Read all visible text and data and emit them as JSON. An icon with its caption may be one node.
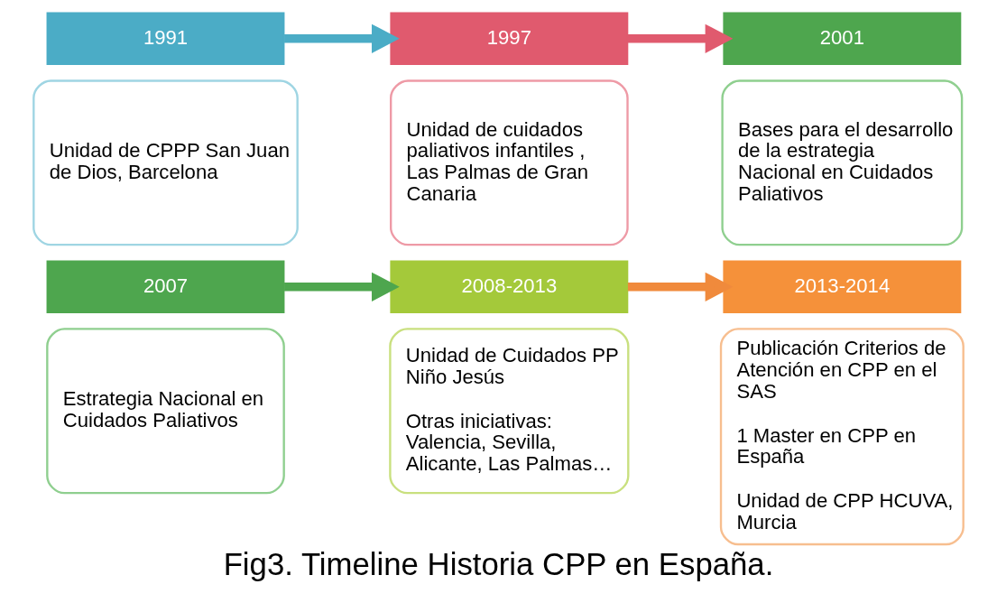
{
  "diagram": {
    "caption": "Fig3. Timeline Historia CPP en España.",
    "nodes": [
      {
        "text": [
          "1991"
        ]
      },
      {
        "text": [
          "Unidad de CPPP San Juan de Dios, Barcelona"
        ]
      },
      {
        "text": [
          "1997"
        ]
      },
      {
        "text": [
          "Unidad de cuidados paliativos infantiles , Las Palmas de Gran Canaria"
        ]
      },
      {
        "text": [
          "2001"
        ]
      },
      {
        "text": [
          "Bases para el desarrollo de la estrategia Nacional en Cuidados Paliativos"
        ]
      },
      {
        "text": [
          "2007"
        ]
      },
      {
        "text": [
          "Estrategia Nacional en Cuidados Paliativos"
        ]
      },
      {
        "text": [
          "2008-2013"
        ]
      },
      {
        "text": [
          "Unidad de Cuidados PP Niño Jesús",
          "Otras iniciativas: Valencia, Sevilla, Alicante, Las Palmas…"
        ]
      },
      {
        "text": [
          "2013-2014"
        ]
      },
      {
        "text": [
          "Publicación Criterios de Atención en CPP en el SAS",
          "1 Master en CPP en España",
          "Unidad de CPP HCUVA, Murcia"
        ]
      }
    ],
    "edges": [
      {
        "from": 0,
        "to": 2,
        "arrow": "to",
        "color": "#4bacc6"
      },
      {
        "from": 2,
        "to": 4,
        "arrow": "to",
        "color": "#e05a6e"
      },
      {
        "from": 6,
        "to": 8,
        "arrow": "to",
        "color": "#4ea64e"
      },
      {
        "from": 8,
        "to": 10,
        "arrow": "to",
        "color": "#f08a3c"
      }
    ]
  }
}
